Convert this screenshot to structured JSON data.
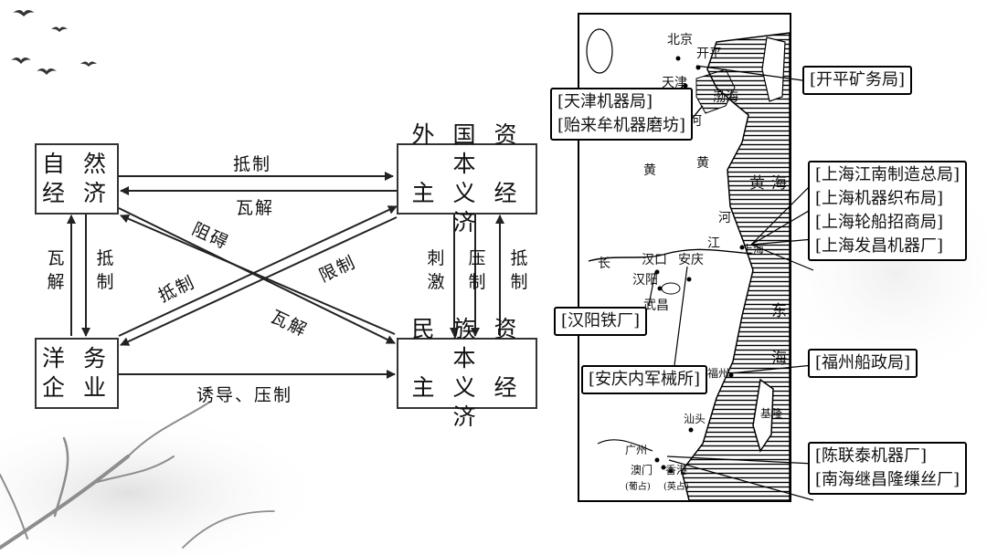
{
  "diagram": {
    "nodes": {
      "natural_economy": [
        "自 然",
        "经 济"
      ],
      "foreign_capitalism": [
        "外 国 资 本",
        "主 义 经 济"
      ],
      "westernization_enterprises": [
        "洋 务",
        "企 业"
      ],
      "national_capitalism": [
        "民 族 资 本",
        "主 义 经 济"
      ]
    },
    "relations": {
      "resist_top": "抵制",
      "disintegrate_top": "瓦解",
      "hinder": "阻碍",
      "resist_cross": "抵制",
      "restrict": "限制",
      "disintegrate_cross": "瓦解",
      "induce_suppress": "诱导、压制",
      "left_disintegrate": [
        "瓦",
        "解"
      ],
      "left_resist": [
        "抵",
        "制"
      ],
      "right_stimulate": [
        "刺",
        "激"
      ],
      "right_suppress": [
        "压",
        "制"
      ],
      "right_resist": [
        "抵",
        "制"
      ]
    }
  },
  "map": {
    "places": {
      "beijing": "北京",
      "kaiping": "开平",
      "tianjin": "天津",
      "bohai": "渤海",
      "hanzhou_label": "汉口",
      "anqing": "安庆",
      "hanyang": "汉阳",
      "wuchang": "武昌",
      "fuzhou": "福州",
      "keelung": "基隆",
      "shantou": "汕头",
      "guangzhou": "广州",
      "macau": "澳门",
      "hongkong": "香港",
      "macau_note": "(葡占)",
      "hongkong_note": "(英占)"
    },
    "river_chars": [
      "黄",
      "河",
      "长",
      "江"
    ],
    "river_chars2": [
      "黄",
      "河"
    ],
    "sea_chars": [
      "黄",
      "海",
      "东",
      "海"
    ],
    "shanghai": "上海",
    "enterprises": {
      "kaiping": "[开平矿务局]",
      "tianjin": [
        "[天津机器局]",
        "[贻来牟机器磨坊]"
      ],
      "shanghai": [
        "[上海江南制造总局]",
        "[上海机器织布局]",
        "[上海轮船招商局]",
        "[上海发昌机器厂]"
      ],
      "hanyang": "[汉阳铁厂]",
      "anqing": "[安庆内军械所]",
      "fuzhou": "[福州船政局]",
      "guangzhou": [
        "[陈联泰机器厂]",
        "[南海继昌隆缫丝厂]"
      ]
    }
  }
}
